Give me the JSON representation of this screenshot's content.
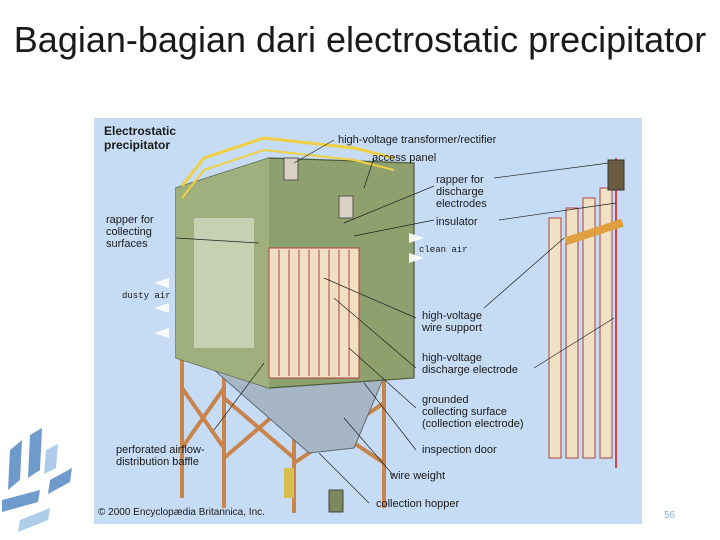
{
  "slide": {
    "title": "Bagian-bagian dari electrostatic precipitator",
    "page_number": "56"
  },
  "figure": {
    "heading": "Electrostatic\nprecipitator",
    "copyright": "© 2000 Encyclopædia Britannica, Inc.",
    "labels": {
      "transformer": "high-voltage transformer/rectifier",
      "access_panel": "access panel",
      "rapper_discharge": "rapper for\ndischarge\nelectrodes",
      "insulator": "insulator",
      "rapper_collecting": "rapper for\ncollecting\nsurfaces",
      "clean_air": "clean air",
      "dusty_air": "dusty air",
      "wire_support": "high-voltage\nwire support",
      "discharge_electrode": "high-voltage\ndischarge electrode",
      "grounded_surface": "grounded\ncollecting surface\n(collection electrode)",
      "inspection_door": "inspection door",
      "baffle": "perforated airflow-\ndistribution baffle",
      "wire_weight": "wire weight",
      "hopper": "collection hopper"
    },
    "colors": {
      "background": "#c6dcf4",
      "housing": "#8ea06e",
      "housing_dark": "#6f8052",
      "frame": "#c9844c",
      "plates": "#e8d4b4",
      "electrodes": "#d8404a",
      "railing": "#f0d040"
    }
  }
}
